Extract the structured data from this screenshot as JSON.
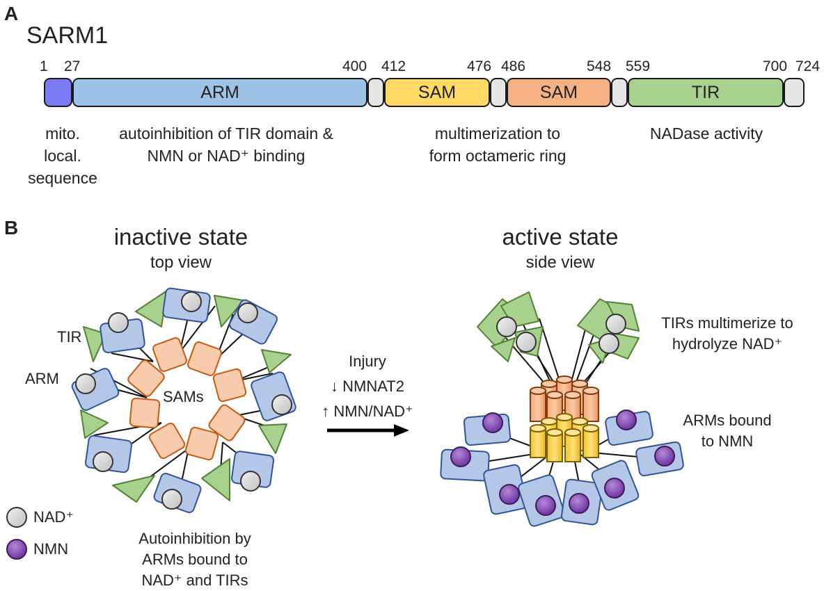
{
  "panel_a": {
    "letter": "A",
    "protein": "SARM1",
    "positions": [
      "1",
      "27",
      "400",
      "412",
      "476",
      "486",
      "548",
      "559",
      "700",
      "724"
    ],
    "domains": {
      "arm": "ARM",
      "sam1": "SAM",
      "sam2": "SAM",
      "tir": "TIR"
    },
    "descriptions": {
      "mito": [
        "mito.",
        "local.",
        "sequence"
      ],
      "arm": [
        "autoinhibition of TIR domain &",
        "NMN or NAD⁺ binding"
      ],
      "sam": [
        "multimerization to",
        "form octameric ring"
      ],
      "tir": [
        "NADase activity"
      ]
    },
    "colors": {
      "mito": "#7b7cf5",
      "arm": "#9dc3e6",
      "sam1": "#ffd966",
      "sam2": "#f4b183",
      "tir": "#a9d18e",
      "linker": "#e7e6e6"
    }
  },
  "panel_b": {
    "letter": "B",
    "inactive": {
      "title": "inactive state",
      "subtitle": "top view",
      "label_tir": "TIR",
      "label_arm": "ARM",
      "label_sams": "SAMs",
      "caption": [
        "Autoinhibition by",
        "ARMs bound to",
        "NAD⁺ and TIRs"
      ]
    },
    "transition": [
      "Injury",
      "↓ NMNAT2",
      "↑ NMN/NAD⁺"
    ],
    "active": {
      "title": "active state",
      "subtitle": "side view",
      "label_tirs": [
        "TIRs multimerize to",
        "hydrolyze NAD⁺"
      ],
      "label_arms": [
        "ARMs bound",
        "to NMN"
      ]
    },
    "legend": {
      "nad": "NAD⁺",
      "nmn": "NMN"
    }
  }
}
